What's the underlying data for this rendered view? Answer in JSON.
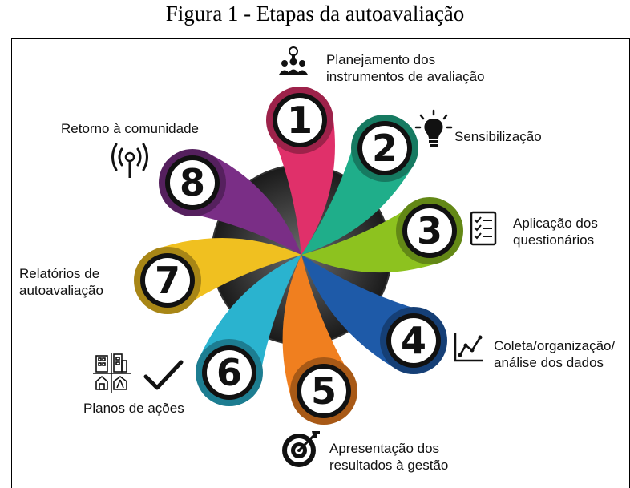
{
  "caption": "Figura 1 - Etapas da autoavaliação",
  "steps": [
    {
      "number": "1",
      "lines": [
        "Planejamento dos",
        "instrumentos de avaliação"
      ],
      "color": "#e0306a",
      "icon": "people-lightbulb-icon"
    },
    {
      "number": "2",
      "lines": [
        "Sensibilização"
      ],
      "color": "#1fae8a",
      "icon": "lightbulb-icon"
    },
    {
      "number": "3",
      "lines": [
        "Aplicação dos",
        "questionários"
      ],
      "color": "#8dc21f",
      "icon": "checklist-icon"
    },
    {
      "number": "4",
      "lines": [
        "Coleta/organização/",
        "análise dos dados"
      ],
      "color": "#1e5aa8",
      "icon": "line-chart-icon"
    },
    {
      "number": "5",
      "lines": [
        "Apresentação dos",
        "resultados à gestão"
      ],
      "color": "#f07f1f",
      "icon": "target-icon"
    },
    {
      "number": "6",
      "lines": [
        "Planos de ações"
      ],
      "color": "#2ab3cf",
      "icon": "buildings-checkmark-icon"
    },
    {
      "number": "7",
      "lines": [
        "Relatórios de",
        "autoavaliação"
      ],
      "color": "#f0c020",
      "icon": ""
    },
    {
      "number": "8",
      "lines": [
        "Retorno à comunidade"
      ],
      "color": "#7a2e86",
      "icon": "broadcast-antenna-icon"
    }
  ]
}
